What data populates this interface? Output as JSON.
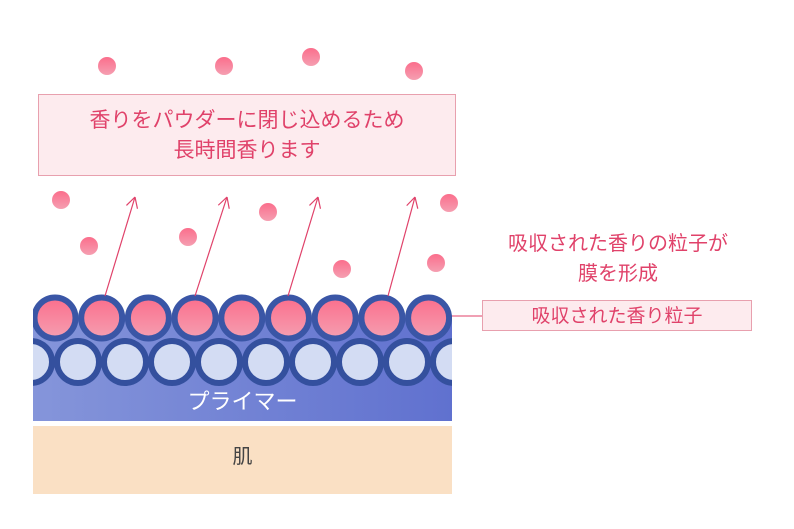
{
  "top_text": {
    "line1": "香りをパウダーに閉じ込めるため",
    "line2": "長時間香ります"
  },
  "annotation_film": {
    "line1": "吸収された香りの粒子が",
    "line2": "膜を形成"
  },
  "annotation_particle": "吸収された香り粒子",
  "primer_label": "プライマー",
  "skin_label": "肌",
  "colors": {
    "pink": "#f0577a",
    "blue": "#3f58a8",
    "light": "#d3dcf3",
    "skin": "#fae0c4"
  }
}
